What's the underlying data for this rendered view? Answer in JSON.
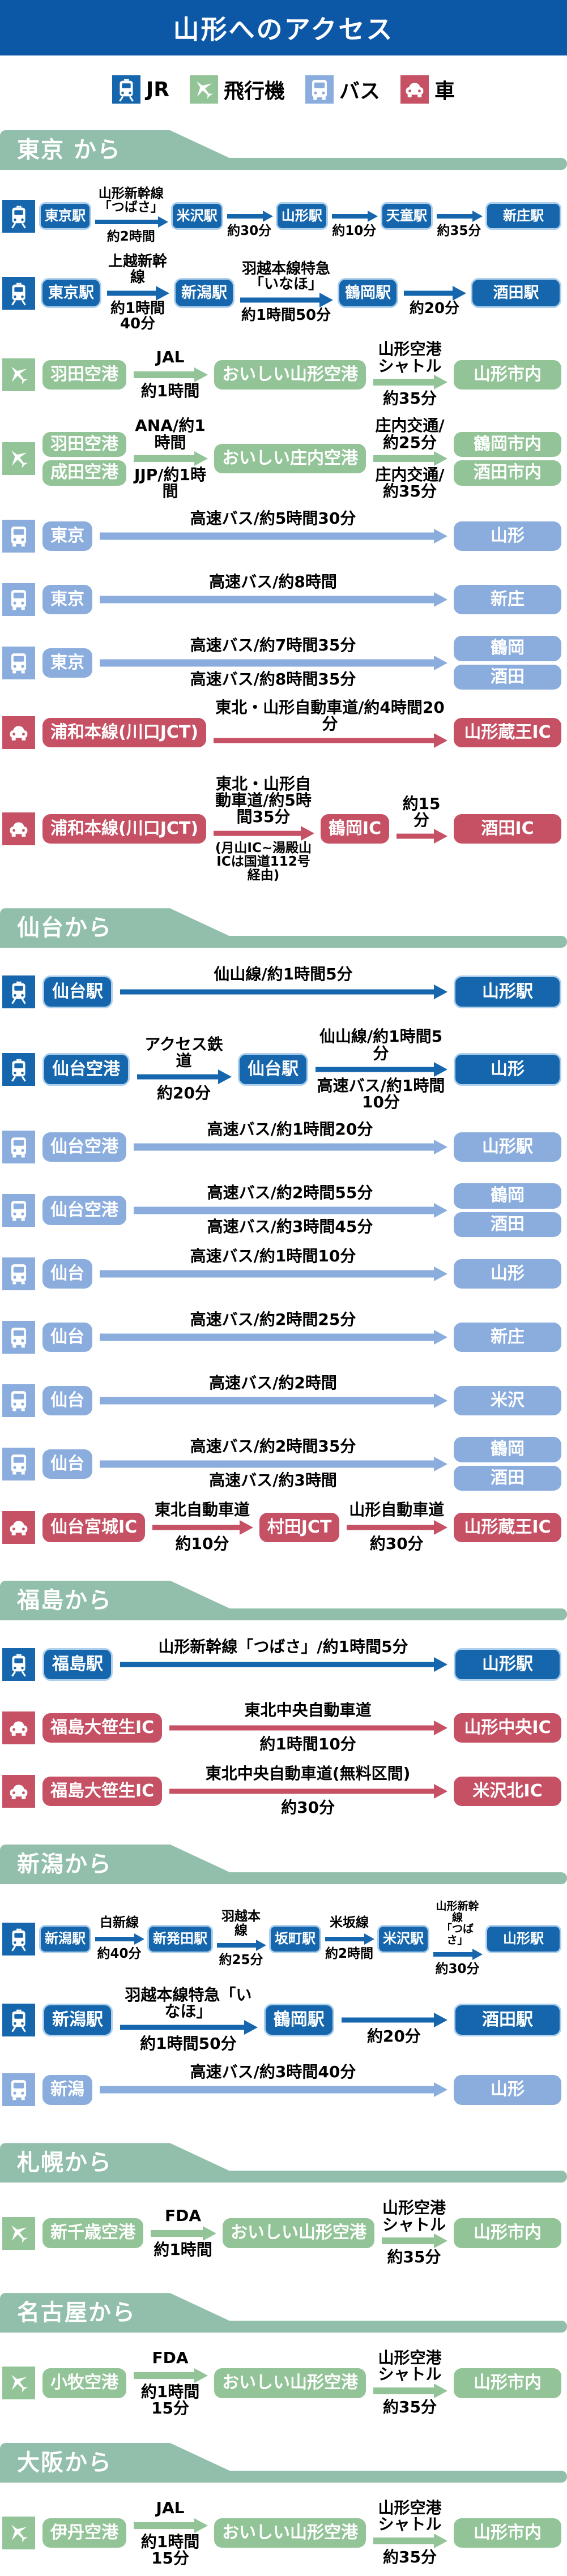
{
  "title": "山形へのアクセス",
  "colors": {
    "header_blue": "#0d57a7",
    "jr_blue": "#1566ad",
    "jr_border": "#aed0ec",
    "plane_green": "#93c497",
    "bus_blue": "#8badde",
    "car_red": "#c65164",
    "banner_green": "#92bfab"
  },
  "legend": [
    {
      "mode": "jr",
      "label": "JR"
    },
    {
      "mode": "plane",
      "label": "飛行機"
    },
    {
      "mode": "bus",
      "label": "バス"
    },
    {
      "mode": "car",
      "label": "車"
    }
  ],
  "sections": [
    {
      "title": "東京 から",
      "rows": [
        {
          "mode": "jr",
          "items": [
            {
              "type": "node",
              "label": "東京駅"
            },
            {
              "type": "arrow",
              "above": "山形新幹線「つばさ」",
              "below": "約2時間",
              "grow": 1.6
            },
            {
              "type": "node",
              "label": "米沢駅"
            },
            {
              "type": "arrow",
              "below": "約30分"
            },
            {
              "type": "node",
              "label": "山形駅"
            },
            {
              "type": "arrow",
              "below": "約10分"
            },
            {
              "type": "node",
              "label": "天童駅"
            },
            {
              "type": "arrow",
              "below": "約35分"
            },
            {
              "type": "node",
              "label": "新庄駅",
              "end": true
            }
          ]
        },
        {
          "mode": "jr",
          "items": [
            {
              "type": "node",
              "label": "東京駅"
            },
            {
              "type": "arrow",
              "above": "上越新幹線",
              "below": "約1時間40分"
            },
            {
              "type": "node",
              "label": "新潟駅"
            },
            {
              "type": "arrow",
              "above": "羽越本線特急「いなほ」",
              "below": "約1時間50分",
              "grow": 1.5
            },
            {
              "type": "node",
              "label": "鶴岡駅"
            },
            {
              "type": "arrow",
              "below": "約20分"
            },
            {
              "type": "node",
              "label": "酒田駅",
              "end": true
            }
          ]
        },
        {
          "mode": "plane",
          "items": [
            {
              "type": "node",
              "label": "羽田空港"
            },
            {
              "type": "arrow",
              "above": "JAL",
              "below": "約1時間"
            },
            {
              "type": "node",
              "label": "おいしい山形空港"
            },
            {
              "type": "arrow",
              "above": "山形空港シャトル",
              "below": "約35分"
            },
            {
              "type": "node",
              "label": "山形市内",
              "end": true
            }
          ]
        },
        {
          "mode": "plane",
          "items": [
            {
              "type": "nodes",
              "labels": [
                "羽田空港",
                "成田空港"
              ]
            },
            {
              "type": "arrow",
              "above": "ANA/約1時間",
              "below": "JJP/約1時間"
            },
            {
              "type": "node",
              "label": "おいしい庄内空港"
            },
            {
              "type": "arrow",
              "above": "庄内交通/約25分",
              "below": "庄内交通/約35分"
            },
            {
              "type": "nodes",
              "labels": [
                "鶴岡市内",
                "酒田市内"
              ],
              "end": true
            }
          ]
        },
        {
          "mode": "bus",
          "items": [
            {
              "type": "node",
              "label": "東京"
            },
            {
              "type": "arrow",
              "above": "高速バス/約5時間30分"
            },
            {
              "type": "node",
              "label": "山形",
              "end": true
            }
          ]
        },
        {
          "mode": "bus",
          "items": [
            {
              "type": "node",
              "label": "東京"
            },
            {
              "type": "arrow",
              "above": "高速バス/約8時間"
            },
            {
              "type": "node",
              "label": "新庄",
              "end": true
            }
          ]
        },
        {
          "mode": "bus",
          "items": [
            {
              "type": "node",
              "label": "東京"
            },
            {
              "type": "arrow",
              "above": "高速バス/約7時間35分",
              "below": "高速バス/約8時間35分"
            },
            {
              "type": "nodes",
              "labels": [
                "鶴岡",
                "酒田"
              ],
              "end": true
            }
          ]
        },
        {
          "mode": "car",
          "items": [
            {
              "type": "node",
              "label": "浦和本線(川口JCT)"
            },
            {
              "type": "arrow",
              "above": "東北・山形自動車道/約4時間20分"
            },
            {
              "type": "node",
              "label": "山形蔵王IC",
              "end": true
            }
          ]
        },
        {
          "mode": "car",
          "items": [
            {
              "type": "node",
              "label": "浦和本線(川口JCT)"
            },
            {
              "type": "arrow",
              "above": "東北・山形自動車道/約5時間35分",
              "below": "(月山IC~湯殿山ICは国道112号経由)",
              "belowSmall": true,
              "grow": 2
            },
            {
              "type": "node",
              "label": "鶴岡IC"
            },
            {
              "type": "arrow",
              "above": "約15分"
            },
            {
              "type": "node",
              "label": "酒田IC",
              "end": true
            }
          ]
        }
      ]
    },
    {
      "title": "仙台から",
      "rows": [
        {
          "mode": "jr",
          "items": [
            {
              "type": "node",
              "label": "仙台駅"
            },
            {
              "type": "arrow",
              "above": "仙山線/約1時間5分"
            },
            {
              "type": "node",
              "label": "山形駅",
              "end": true
            }
          ]
        },
        {
          "mode": "jr",
          "items": [
            {
              "type": "node",
              "label": "仙台空港"
            },
            {
              "type": "arrow",
              "above": "アクセス鉄道",
              "below": "約20分"
            },
            {
              "type": "node",
              "label": "仙台駅"
            },
            {
              "type": "arrow",
              "above": "仙山線/約1時間5分",
              "below": "高速バス/約1時間10分",
              "grow": 1.4
            },
            {
              "type": "node",
              "label": "山形",
              "end": true
            }
          ]
        },
        {
          "mode": "bus",
          "items": [
            {
              "type": "node",
              "label": "仙台空港"
            },
            {
              "type": "arrow",
              "above": "高速バス/約1時間20分"
            },
            {
              "type": "node",
              "label": "山形駅",
              "end": true
            }
          ]
        },
        {
          "mode": "bus",
          "items": [
            {
              "type": "node",
              "label": "仙台空港"
            },
            {
              "type": "arrow",
              "above": "高速バス/約2時間55分",
              "below": "高速バス/約3時間45分"
            },
            {
              "type": "nodes",
              "labels": [
                "鶴岡",
                "酒田"
              ],
              "end": true
            }
          ]
        },
        {
          "mode": "bus",
          "items": [
            {
              "type": "node",
              "label": "仙台"
            },
            {
              "type": "arrow",
              "above": "高速バス/約1時間10分"
            },
            {
              "type": "node",
              "label": "山形",
              "end": true
            }
          ]
        },
        {
          "mode": "bus",
          "items": [
            {
              "type": "node",
              "label": "仙台"
            },
            {
              "type": "arrow",
              "above": "高速バス/約2時間25分"
            },
            {
              "type": "node",
              "label": "新庄",
              "end": true
            }
          ]
        },
        {
          "mode": "bus",
          "items": [
            {
              "type": "node",
              "label": "仙台"
            },
            {
              "type": "arrow",
              "above": "高速バス/約2時間"
            },
            {
              "type": "node",
              "label": "米沢",
              "end": true
            }
          ]
        },
        {
          "mode": "bus",
          "items": [
            {
              "type": "node",
              "label": "仙台"
            },
            {
              "type": "arrow",
              "above": "高速バス/約2時間35分",
              "below": "高速バス/約3時間"
            },
            {
              "type": "nodes",
              "labels": [
                "鶴岡",
                "酒田"
              ],
              "end": true
            }
          ]
        },
        {
          "mode": "car",
          "items": [
            {
              "type": "node",
              "label": "仙台宮城IC"
            },
            {
              "type": "arrow",
              "above": "東北自動車道",
              "below": "約10分"
            },
            {
              "type": "node",
              "label": "村田JCT"
            },
            {
              "type": "arrow",
              "above": "山形自動車道",
              "below": "約30分"
            },
            {
              "type": "node",
              "label": "山形蔵王IC",
              "end": true
            }
          ]
        }
      ]
    },
    {
      "title": "福島から",
      "rows": [
        {
          "mode": "jr",
          "items": [
            {
              "type": "node",
              "label": "福島駅"
            },
            {
              "type": "arrow",
              "above": "山形新幹線「つばさ」/約1時間5分"
            },
            {
              "type": "node",
              "label": "山形駅",
              "end": true
            }
          ]
        },
        {
          "mode": "car",
          "items": [
            {
              "type": "node",
              "label": "福島大笹生IC"
            },
            {
              "type": "arrow",
              "above": "東北中央自動車道",
              "below": "約1時間10分"
            },
            {
              "type": "node",
              "label": "山形中央IC",
              "end": true
            }
          ]
        },
        {
          "mode": "car",
          "items": [
            {
              "type": "node",
              "label": "福島大笹生IC"
            },
            {
              "type": "arrow",
              "above": "東北中央自動車道(無料区間)",
              "below": "約30分"
            },
            {
              "type": "node",
              "label": "米沢北IC",
              "end": true
            }
          ]
        }
      ]
    },
    {
      "title": "新潟から",
      "rows": [
        {
          "mode": "jr",
          "items": [
            {
              "type": "node",
              "label": "新潟駅"
            },
            {
              "type": "arrow",
              "above": "白新線",
              "below": "約40分"
            },
            {
              "type": "node",
              "label": "新発田駅"
            },
            {
              "type": "arrow",
              "above": "羽越本線",
              "below": "約25分"
            },
            {
              "type": "node",
              "label": "坂町駅"
            },
            {
              "type": "arrow",
              "above": "米坂線",
              "below": "約2時間"
            },
            {
              "type": "node",
              "label": "米沢駅"
            },
            {
              "type": "arrow",
              "above": "山形新幹線\n「つばさ」",
              "aboveSmall": true,
              "below": "約30分"
            },
            {
              "type": "node",
              "label": "山形駅",
              "end": true
            }
          ]
        },
        {
          "mode": "jr",
          "items": [
            {
              "type": "node",
              "label": "新潟駅"
            },
            {
              "type": "arrow",
              "above": "羽越本線特急「いなほ」",
              "below": "約1時間50分",
              "grow": 1.3
            },
            {
              "type": "node",
              "label": "鶴岡駅"
            },
            {
              "type": "arrow",
              "below": "約20分"
            },
            {
              "type": "node",
              "label": "酒田駅",
              "end": true
            }
          ]
        },
        {
          "mode": "bus",
          "items": [
            {
              "type": "node",
              "label": "新潟"
            },
            {
              "type": "arrow",
              "above": "高速バス/約3時間40分"
            },
            {
              "type": "node",
              "label": "山形",
              "end": true
            }
          ]
        }
      ]
    },
    {
      "title": "札幌から",
      "rows": [
        {
          "mode": "plane",
          "items": [
            {
              "type": "node",
              "label": "新千歳空港"
            },
            {
              "type": "arrow",
              "above": "FDA",
              "below": "約1時間"
            },
            {
              "type": "node",
              "label": "おいしい山形空港"
            },
            {
              "type": "arrow",
              "above": "山形空港シャトル",
              "below": "約35分"
            },
            {
              "type": "node",
              "label": "山形市内",
              "end": true
            }
          ]
        }
      ]
    },
    {
      "title": "名古屋から",
      "rows": [
        {
          "mode": "plane",
          "items": [
            {
              "type": "node",
              "label": "小牧空港"
            },
            {
              "type": "arrow",
              "above": "FDA",
              "below": "約1時間15分"
            },
            {
              "type": "node",
              "label": "おいしい山形空港"
            },
            {
              "type": "arrow",
              "above": "山形空港シャトル",
              "below": "約35分"
            },
            {
              "type": "node",
              "label": "山形市内",
              "end": true
            }
          ]
        }
      ]
    },
    {
      "title": "大阪から",
      "rows": [
        {
          "mode": "plane",
          "items": [
            {
              "type": "node",
              "label": "伊丹空港"
            },
            {
              "type": "arrow",
              "above": "JAL",
              "below": "約1時間15分"
            },
            {
              "type": "node",
              "label": "おいしい山形空港"
            },
            {
              "type": "arrow",
              "above": "山形空港シャトル",
              "below": "約35分"
            },
            {
              "type": "node",
              "label": "山形市内",
              "end": true
            }
          ]
        }
      ]
    }
  ]
}
